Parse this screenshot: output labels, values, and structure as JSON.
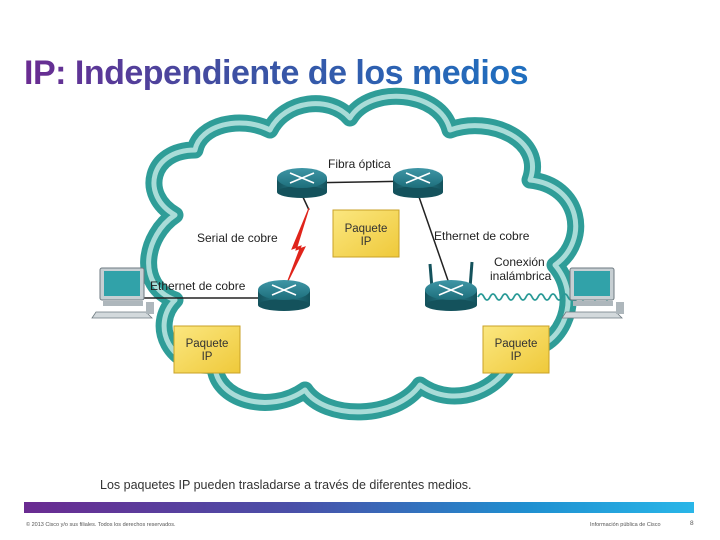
{
  "slide": {
    "title": "IP: Independiente de los medios",
    "caption": "Los paquetes IP pueden trasladarse a través de diferentes medios.",
    "copyright": "© 2013 Cisco y/o sus filiales. Todos los derechos reservados.",
    "confidential": "Información pública de Cisco",
    "page_number": "8"
  },
  "diagram": {
    "labels": {
      "fiber": "Fibra óptica",
      "serial": "Serial de cobre",
      "ethernet_right": "Ethernet de cobre",
      "wireless_line1": "Conexión",
      "wireless_line2": "inalámbrica",
      "ethernet_left": "Ethernet de cobre"
    },
    "packets": [
      {
        "line1": "Paquete",
        "line2": "IP"
      },
      {
        "line1": "Paquete",
        "line2": "IP"
      },
      {
        "line1": "Paquete",
        "line2": "IP"
      }
    ]
  },
  "colors": {
    "title_start": "#6a2b91",
    "title_end": "#1f6fbf",
    "cloud_border": "#3aa8a3",
    "router": "#1d6e7b",
    "packet_fill": "#f5d64a",
    "packet_border": "#c9a227",
    "serial_bolt": "#e0241b"
  }
}
